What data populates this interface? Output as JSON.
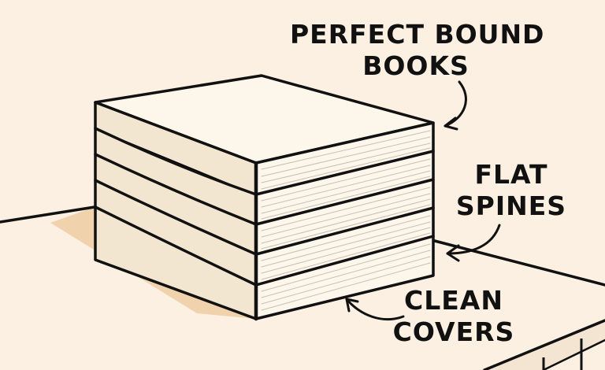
{
  "labels": {
    "perfect_bound": [
      "PERFECT BOUND",
      "BOOKS"
    ],
    "flat_spines": [
      "FLAT",
      "SPINES"
    ],
    "clean_covers": [
      "CLEAN",
      "COVERS"
    ]
  },
  "colors": {
    "background": "#fbf0e2",
    "outline": "#111111",
    "book_face": "#fdf6ea",
    "book_side": "#f3e6d0",
    "shadow": "#f0d2ad",
    "table_edge": "#f3e5d2"
  }
}
